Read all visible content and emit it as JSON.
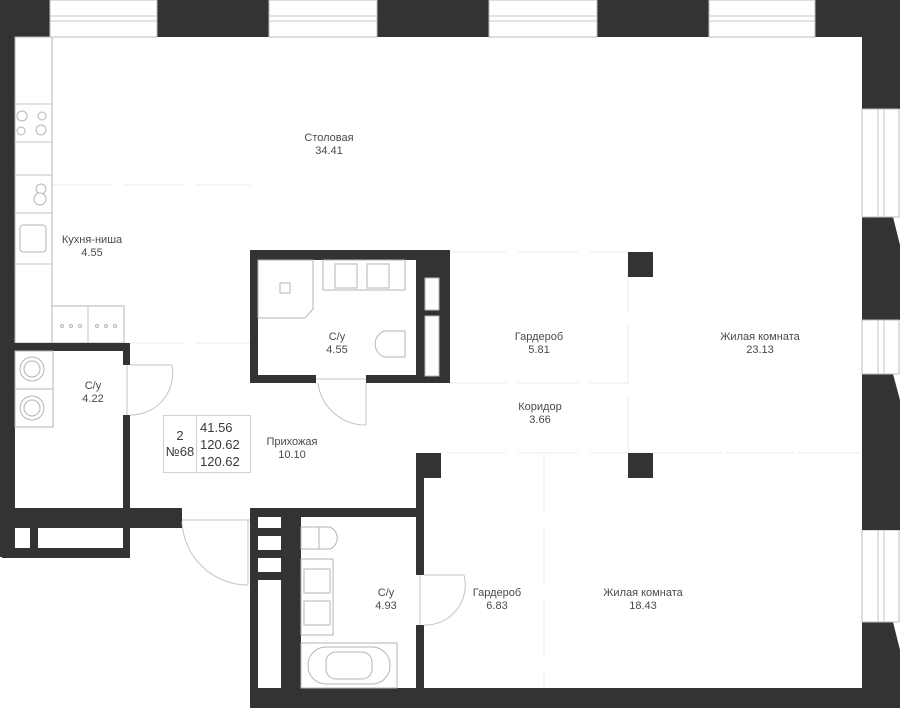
{
  "plan": {
    "apartment": {
      "rooms_count": "2",
      "number": "№68",
      "areas": [
        "41.56",
        "120.62",
        "120.62"
      ]
    },
    "rooms": [
      {
        "id": "dining",
        "name": "Столовая",
        "area": "34.41"
      },
      {
        "id": "kitchen",
        "name": "Кухня-ниша",
        "area": "4.55"
      },
      {
        "id": "bath-1",
        "name": "С/у",
        "area": "4.55"
      },
      {
        "id": "wardrobe-1",
        "name": "Гардероб",
        "area": "5.81"
      },
      {
        "id": "living-1",
        "name": "Жилая комната",
        "area": "23.13"
      },
      {
        "id": "bath-2",
        "name": "С/у",
        "area": "4.22"
      },
      {
        "id": "corridor",
        "name": "Коридор",
        "area": "3.66"
      },
      {
        "id": "hall",
        "name": "Прихожая",
        "area": "10.10"
      },
      {
        "id": "bath-3",
        "name": "С/у",
        "area": "4.93"
      },
      {
        "id": "wardrobe-2",
        "name": "Гардероб",
        "area": "6.83"
      },
      {
        "id": "living-2",
        "name": "Жилая комната",
        "area": "18.43"
      }
    ],
    "colors": {
      "wall": "#333333",
      "line": "#c4c4c4",
      "text": "#4a4a4a"
    }
  }
}
